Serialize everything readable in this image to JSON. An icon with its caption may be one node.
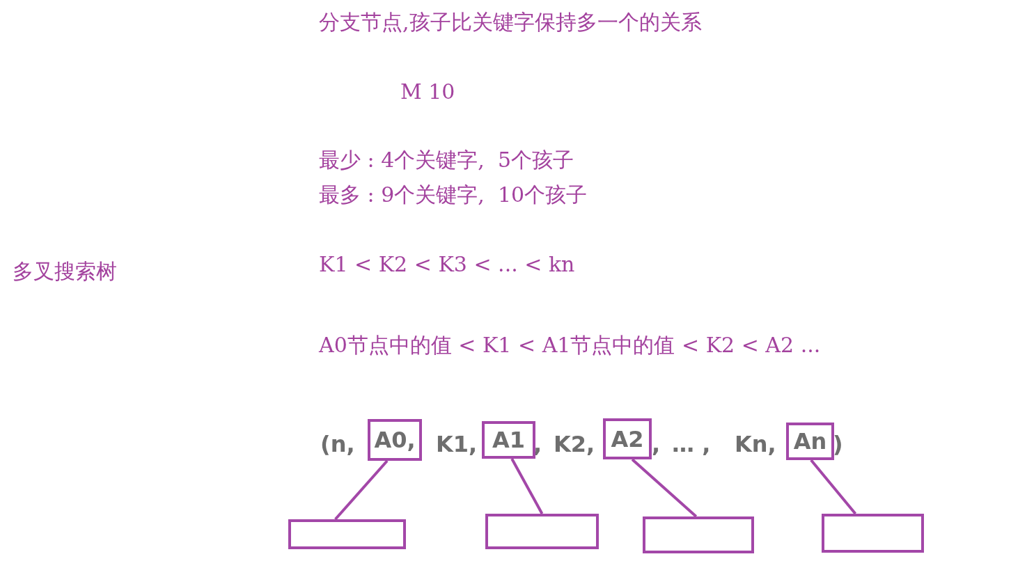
{
  "diagram": {
    "nodes": [
      {
        "text": [
          "A0,"
        ]
      },
      {
        "text": [
          "A1"
        ]
      },
      {
        "text": [
          "A2"
        ]
      },
      {
        "text": [
          "An"
        ]
      },
      {
        "text": [],
        "shape": "box"
      },
      {
        "text": [],
        "shape": "box"
      },
      {
        "text": [],
        "shape": "box"
      },
      {
        "text": [],
        "shape": "box"
      }
    ],
    "edges": [
      {
        "from": 0,
        "to": 4,
        "arrow": "none"
      },
      {
        "from": 1,
        "to": 5,
        "arrow": "none"
      },
      {
        "from": 2,
        "to": 6,
        "arrow": "none"
      },
      {
        "from": 3,
        "to": 7,
        "arrow": "none"
      }
    ],
    "labels": [
      "多叉搜索树",
      "分支节点,孩子比关键字保持多一个的关系",
      "M 10",
      "最少 : 4个关键字,  5个孩子",
      "最多 : 9个关键字,  10个孩子",
      "K1 < K2 < K3 < ... < kn",
      "A0节点中的值 < K1 < A1节点中的值 < K2 < A2 ...",
      "(n,",
      "K1,",
      ",",
      "K2,",
      ",",
      "… ,",
      "Kn,",
      ")"
    ]
  }
}
